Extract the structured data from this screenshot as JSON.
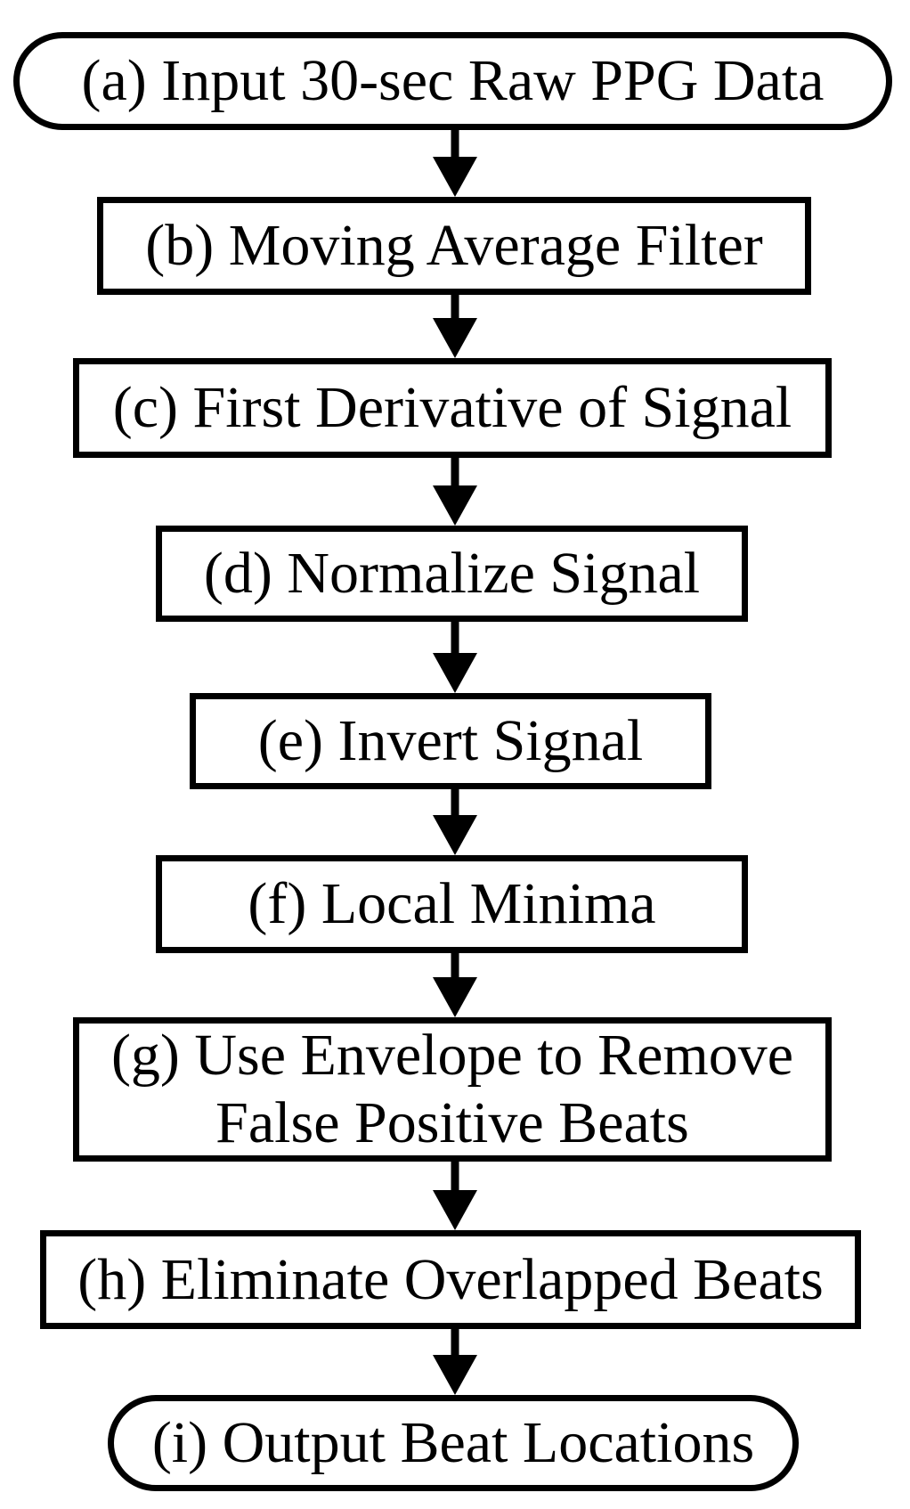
{
  "flowchart": {
    "steps": [
      {
        "id": "a",
        "lines": [
          "(a) Input 30-sec Raw PPG Data"
        ]
      },
      {
        "id": "b",
        "lines": [
          "(b) Moving Average Filter"
        ]
      },
      {
        "id": "c",
        "lines": [
          "(c) First Derivative of Signal"
        ]
      },
      {
        "id": "d",
        "lines": [
          "(d) Normalize Signal"
        ]
      },
      {
        "id": "e",
        "lines": [
          "(e) Invert Signal"
        ]
      },
      {
        "id": "f",
        "lines": [
          "(f) Local Minima"
        ]
      },
      {
        "id": "g",
        "lines": [
          "(g) Use Envelope to Remove",
          "False Positive Beats"
        ]
      },
      {
        "id": "h",
        "lines": [
          "(h) Eliminate Overlapped Beats"
        ]
      },
      {
        "id": "i",
        "lines": [
          "(i) Output Beat Locations"
        ]
      }
    ],
    "edges": [
      [
        "a",
        "b"
      ],
      [
        "b",
        "c"
      ],
      [
        "c",
        "d"
      ],
      [
        "d",
        "e"
      ],
      [
        "e",
        "f"
      ],
      [
        "f",
        "g"
      ],
      [
        "g",
        "h"
      ],
      [
        "h",
        "i"
      ]
    ],
    "colors": {
      "stroke": "#000000",
      "fill": "#ffffff",
      "text": "#000000"
    }
  }
}
